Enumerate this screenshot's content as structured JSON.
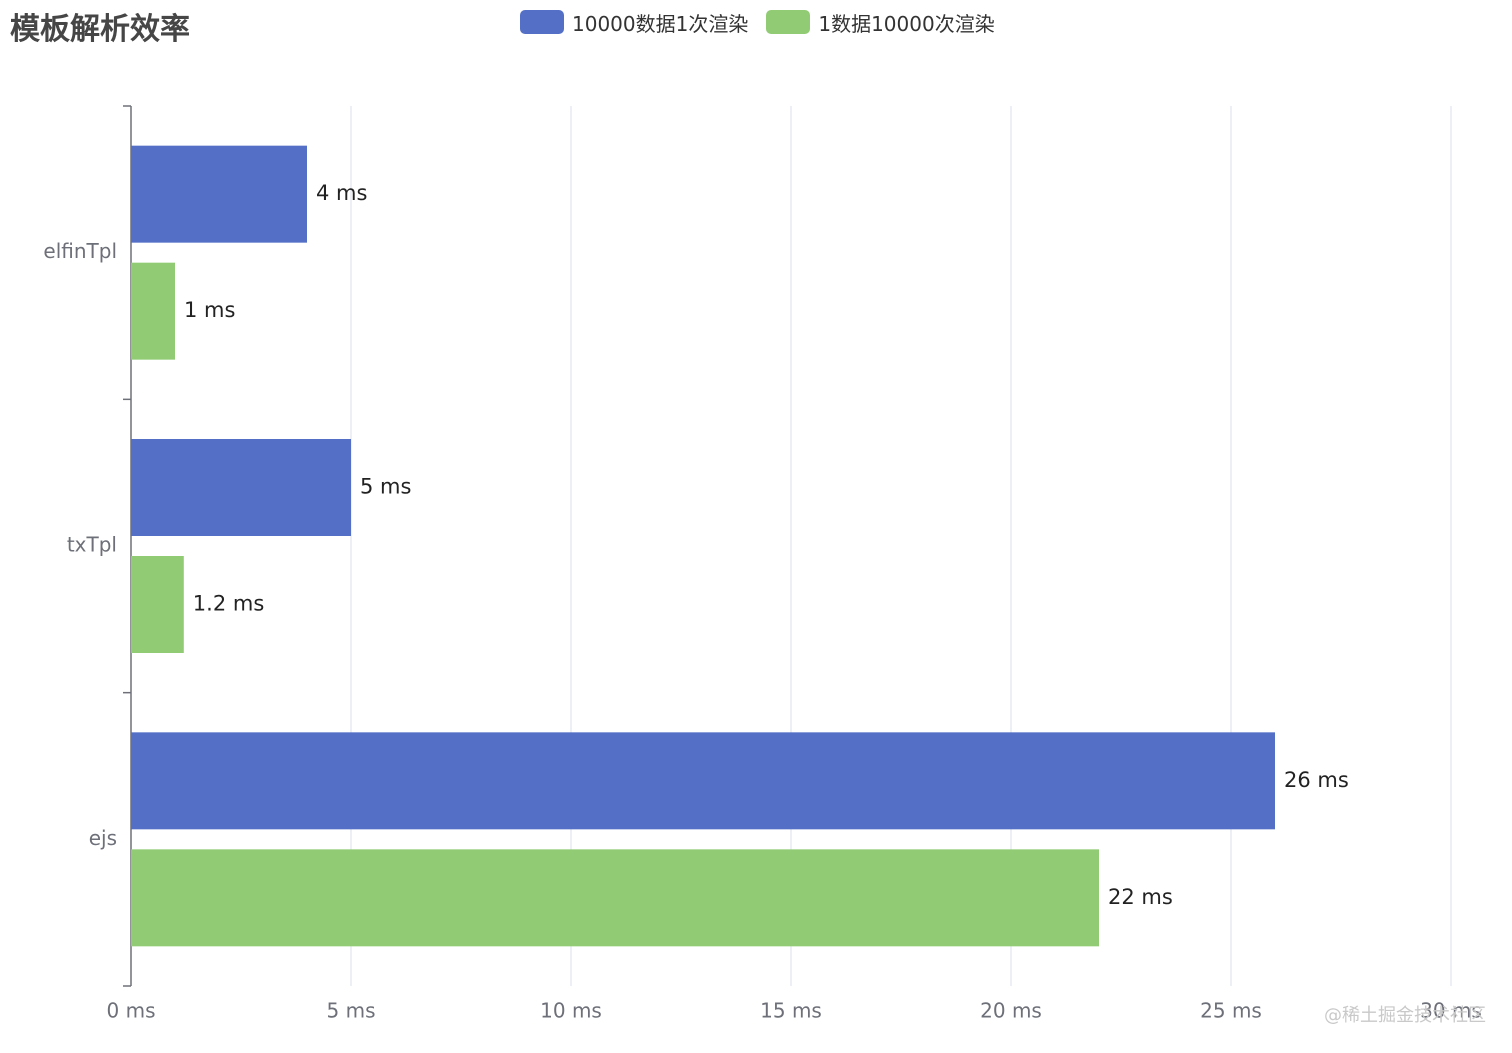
{
  "title": "模板解析效率",
  "legend": [
    {
      "label": "10000数据1次渲染",
      "color": "#5470c6"
    },
    {
      "label": "1数据10000次渲染",
      "color": "#91cc75"
    }
  ],
  "watermark": "@稀土掘金技术社区",
  "chart_data": {
    "type": "bar",
    "orientation": "horizontal",
    "categories": [
      "elfinTpl",
      "txTpl",
      "ejs"
    ],
    "series": [
      {
        "name": "10000数据1次渲染",
        "color": "#5470c6",
        "values": [
          4,
          5,
          26
        ],
        "labels": [
          "4 ms",
          "5 ms",
          "26 ms"
        ]
      },
      {
        "name": "1数据10000次渲染",
        "color": "#91cc75",
        "values": [
          1,
          1.2,
          22
        ],
        "labels": [
          "1 ms",
          "1.2 ms",
          "22 ms"
        ]
      }
    ],
    "x_ticks": [
      0,
      5,
      10,
      15,
      20,
      25,
      30
    ],
    "x_tick_labels": [
      "0 ms",
      "5 ms",
      "10 ms",
      "15 ms",
      "20 ms",
      "25 ms",
      "30 ms"
    ],
    "xlim": [
      0,
      30
    ],
    "grid": "vertical",
    "legend_position": "top"
  }
}
